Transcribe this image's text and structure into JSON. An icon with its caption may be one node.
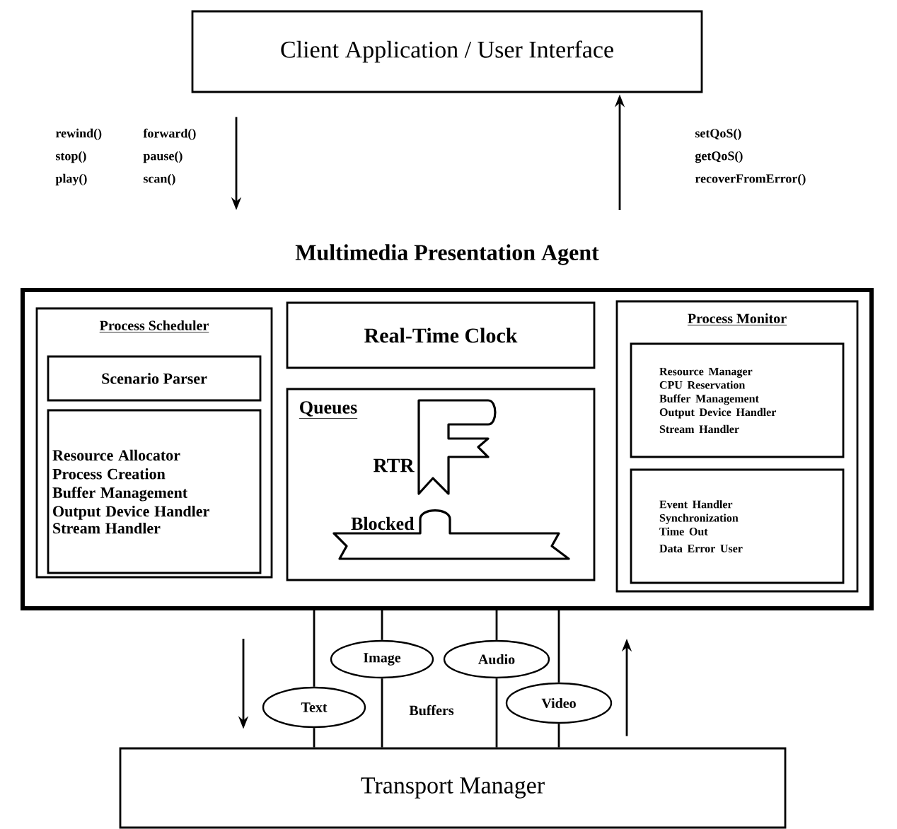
{
  "diagram": {
    "nodes": [
      {
        "text": [
          "Client Application / User Interface"
        ]
      },
      {
        "text": [
          "Multimedia Presentation Agent"
        ]
      },
      {
        "text": [
          "Process Scheduler"
        ],
        "in": 1
      },
      {
        "text": [
          "Scenario Parser"
        ],
        "in": 2
      },
      {
        "text": [
          "Resource Allocator",
          "Process Creation",
          "Buffer Management",
          "Output Device Handler",
          "Stream Handler"
        ],
        "in": 2
      },
      {
        "text": [
          "Real-Time Clock"
        ],
        "in": 1
      },
      {
        "text": [
          "Queues",
          "RTR",
          "Blocked"
        ],
        "in": 1
      },
      {
        "text": [
          "Process Monitor"
        ],
        "in": 1
      },
      {
        "text": [
          "Resource Manager",
          "CPU Reservation",
          "Buffer Management",
          "Output Device Handler",
          "Stream Handler"
        ],
        "in": 7
      },
      {
        "text": [
          "Event Handler",
          "Synchronization",
          "Time Out",
          "Data Error User"
        ],
        "in": 7
      },
      {
        "text": [
          "Transport Manager"
        ]
      },
      {
        "text": [
          "Text"
        ]
      },
      {
        "text": [
          "Image"
        ]
      },
      {
        "text": [
          "Audio"
        ]
      },
      {
        "text": [
          "Video"
        ]
      }
    ],
    "edges": [
      {
        "from": 0,
        "to": 1,
        "arrow": "to"
      },
      {
        "from": 1,
        "to": 0,
        "arrow": "to"
      },
      {
        "from": 1,
        "to": 10,
        "arrow": "to"
      },
      {
        "from": 10,
        "to": 1,
        "arrow": "to"
      },
      {
        "from": 1,
        "to": 11,
        "arrow": "none"
      },
      {
        "from": 11,
        "to": 10,
        "arrow": "none"
      },
      {
        "from": 1,
        "to": 12,
        "arrow": "none"
      },
      {
        "from": 12,
        "to": 10,
        "arrow": "none"
      },
      {
        "from": 1,
        "to": 13,
        "arrow": "none"
      },
      {
        "from": 13,
        "to": 10,
        "arrow": "none"
      },
      {
        "from": 1,
        "to": 14,
        "arrow": "none"
      },
      {
        "from": 14,
        "to": 10,
        "arrow": "none"
      }
    ],
    "labels": [
      "rewind()",
      "forward()",
      "stop()",
      "pause()",
      "play()",
      "scan()",
      "setQoS()",
      "getQoS()",
      "recoverFromError()",
      "Buffers"
    ]
  }
}
